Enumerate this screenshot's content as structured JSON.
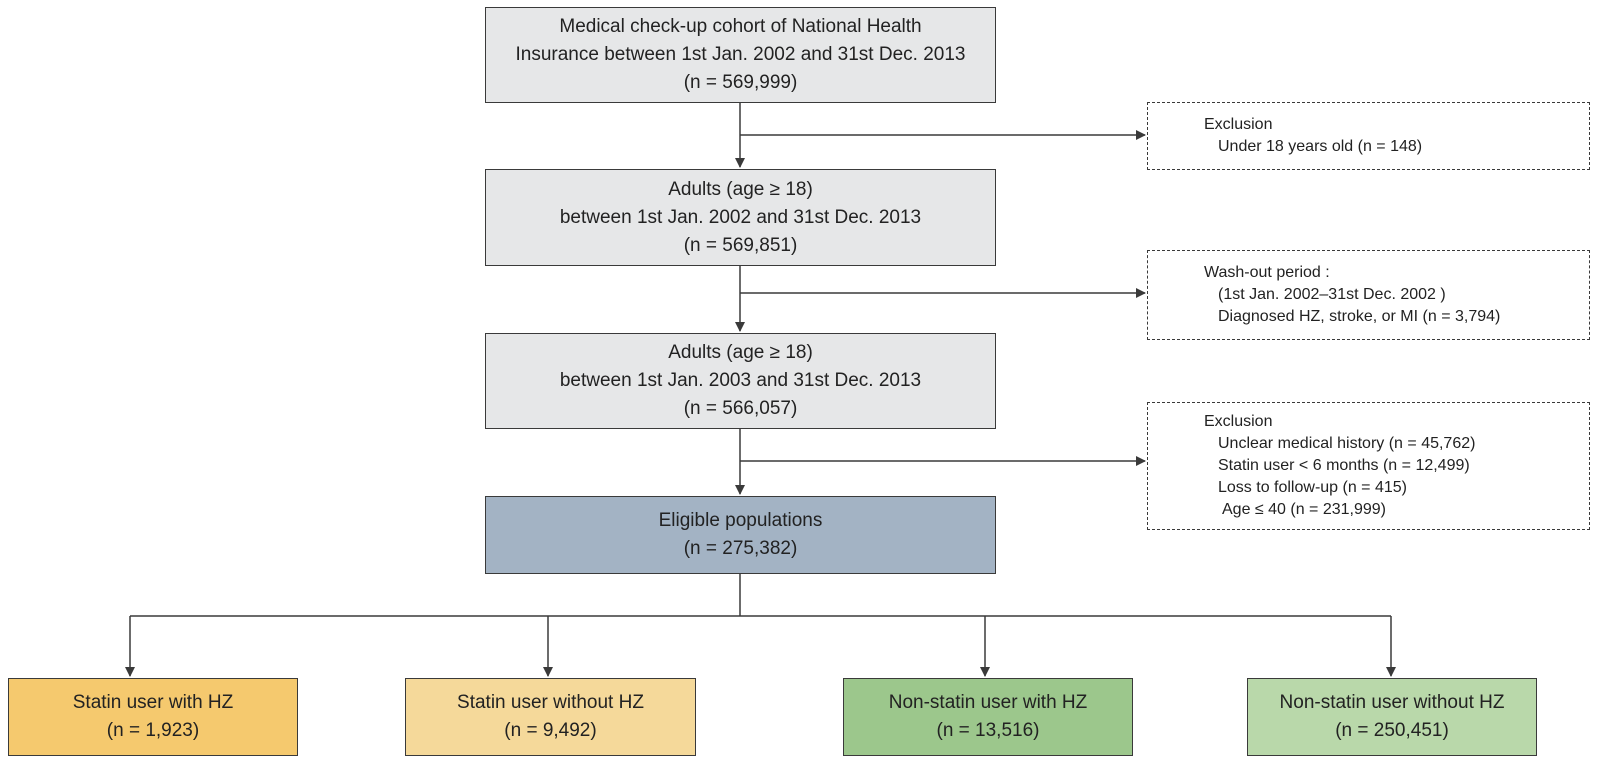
{
  "colors": {
    "step_box": "#e6e7e8",
    "eligible_box": "#a3b3c4",
    "statin_hz": "#f5c96e",
    "statin_no_hz": "#f5d99a",
    "nonstatin_hz": "#9cc78c",
    "nonstatin_no_hz": "#b9d8aa",
    "line": "#3a3a3a"
  },
  "steps": [
    {
      "line1": "Medical check-up cohort of National Health",
      "line2": "Insurance between 1st Jan. 2002 and 31st Dec. 2013",
      "count": "(n = 569,999)"
    },
    {
      "line1": "Adults (age ≥ 18)",
      "line2": "between 1st Jan. 2002 and 31st Dec. 2013",
      "count": "(n = 569,851)"
    },
    {
      "line1": "Adults (age ≥ 18)",
      "line2": "between 1st Jan. 2003 and 31st Dec. 2013",
      "count": "(n = 566,057)"
    },
    {
      "line1": "Eligible populations",
      "count": "(n = 275,382)"
    }
  ],
  "exclusions": [
    {
      "title": "Exclusion",
      "items": [
        "Under 18 years old (n = 148)"
      ]
    },
    {
      "title": "Wash-out period :",
      "items": [
        "(1st Jan. 2002–31st Dec. 2002 )",
        "Diagnosed HZ, stroke, or MI (n = 3,794)"
      ]
    },
    {
      "title": "Exclusion",
      "items": [
        "Unclear medical history (n = 45,762)",
        "Statin user < 6 months (n = 12,499)",
        "Loss to follow-up (n = 415)",
        "Age ≤  40 (n = 231,999)"
      ]
    }
  ],
  "groups": [
    {
      "label": "Statin user with HZ",
      "count": "(n = 1,923)"
    },
    {
      "label": "Statin user without HZ",
      "count": "(n = 9,492)"
    },
    {
      "label": "Non-statin user with HZ",
      "count": "(n = 13,516)"
    },
    {
      "label": "Non-statin user without HZ",
      "count": "(n = 250,451)"
    }
  ]
}
